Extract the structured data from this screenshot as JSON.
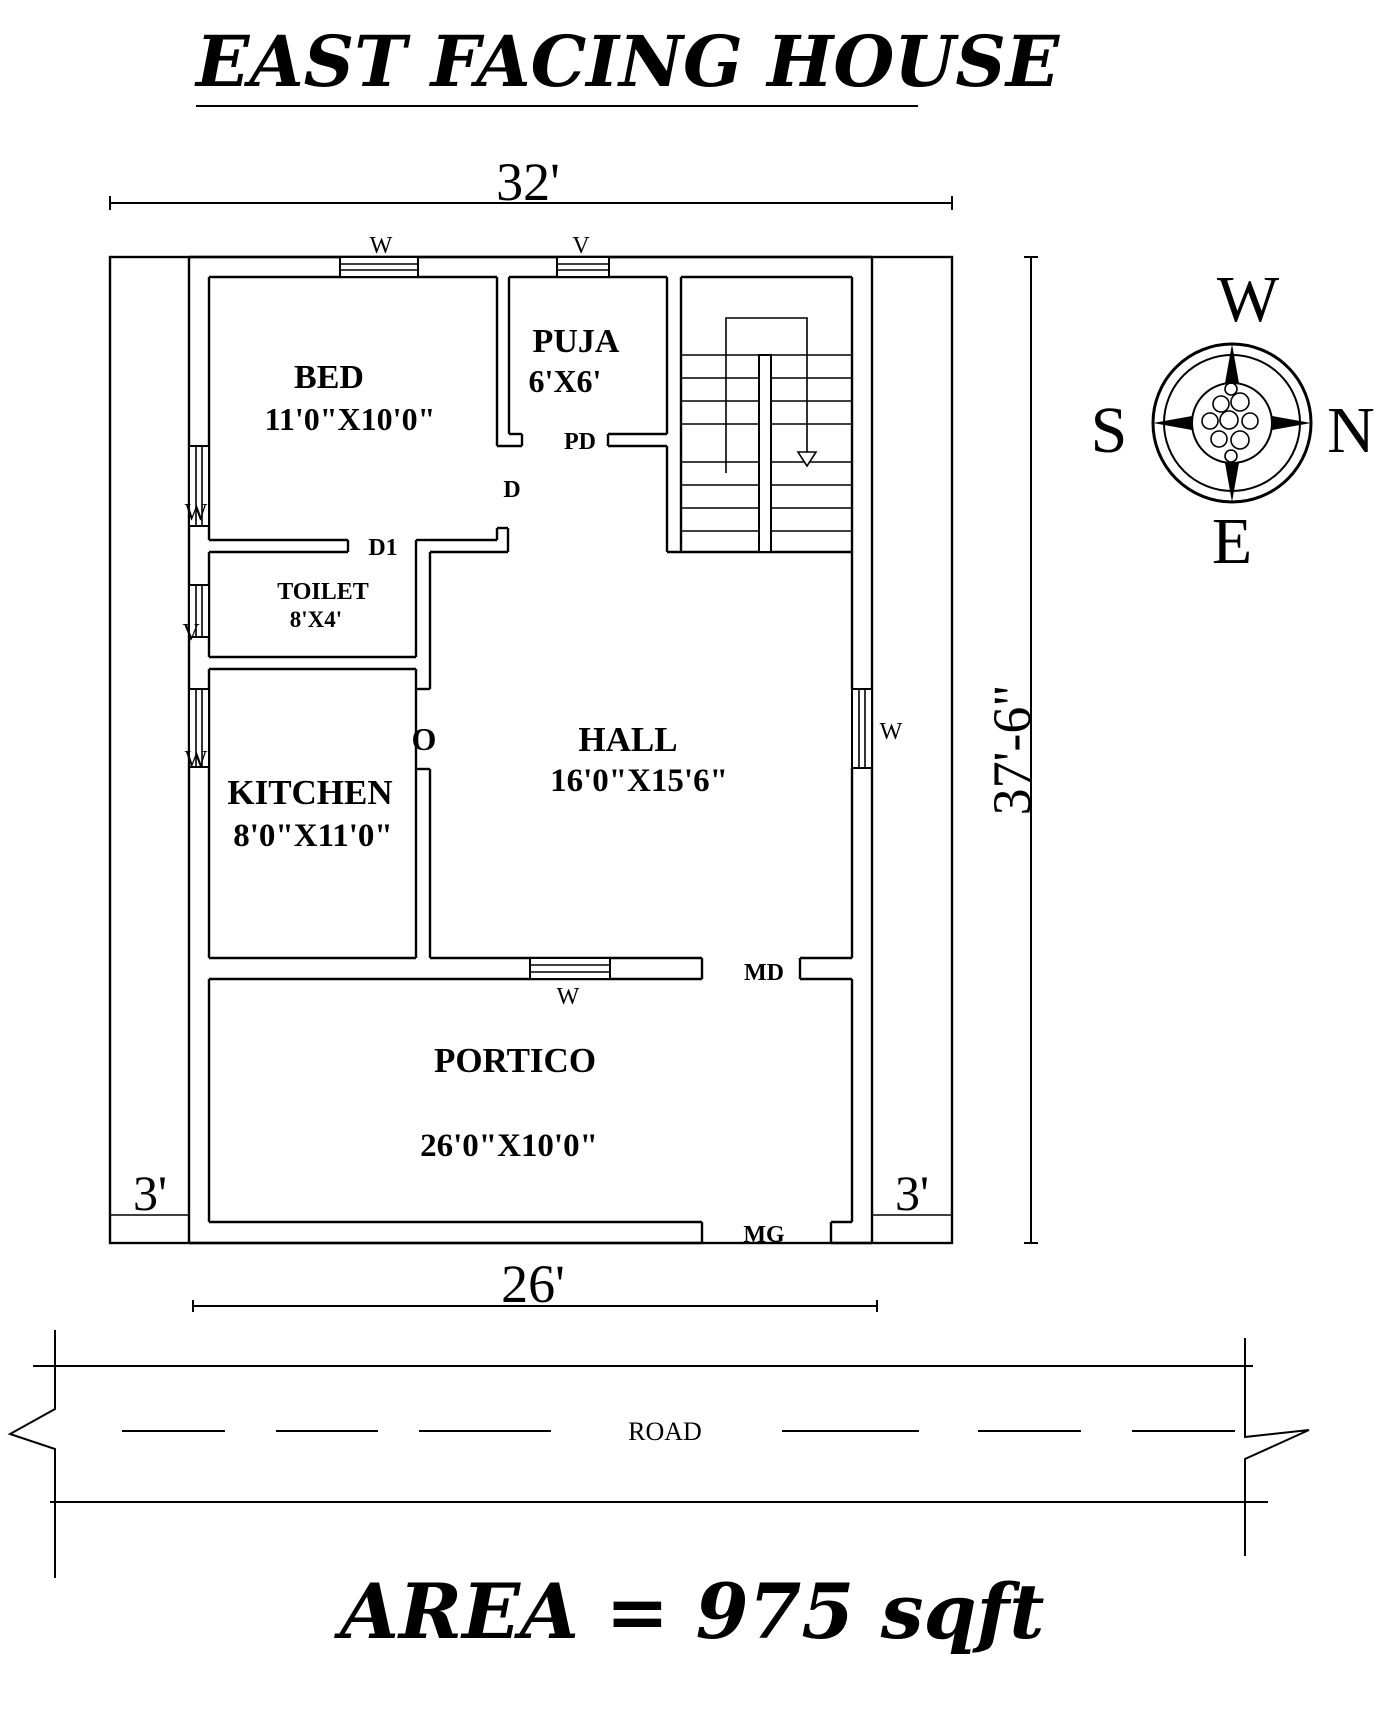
{
  "title": "EAST FACING HOUSE",
  "dimensions": {
    "width_top": "32'",
    "depth_right": "37'-6\"",
    "width_bottom": "26'",
    "setback_left": "3'",
    "setback_right": "3'"
  },
  "rooms": {
    "bed": {
      "name": "BED",
      "size": "11'0\"X10'0\""
    },
    "puja": {
      "name": "PUJA",
      "size": "6'X6'"
    },
    "toilet": {
      "name": "TOILET",
      "size": "8'X4'"
    },
    "kitchen": {
      "name": "KITCHEN",
      "size": "8'0\"X11'0\""
    },
    "hall": {
      "name": "HALL",
      "size": "16'0\"X15'6\""
    },
    "portico": {
      "name": "PORTICO",
      "size": "26'0\"X10'0\""
    }
  },
  "markers": {
    "w_bed_top": "W",
    "v_puja_top": "V",
    "pd": "PD",
    "d": "D",
    "d1": "D1",
    "w_bed_left": "W",
    "v_toilet_left": "V",
    "w_kitchen_left": "W",
    "opening": "O",
    "w_hall_right": "W",
    "md": "MD",
    "w_kitchen_bottom": "W",
    "mg": "MG"
  },
  "compass": {
    "top": "W",
    "left": "S",
    "right": "N",
    "bottom": "E"
  },
  "road_label": "ROAD",
  "area": "AREA = 975 sqft"
}
